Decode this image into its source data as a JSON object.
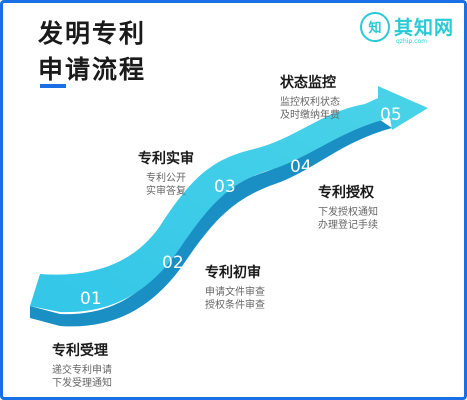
{
  "title": {
    "line1": "发明专利",
    "line2": "申请流程"
  },
  "logo": {
    "glyph": "知",
    "name": "其知网",
    "url": "qzhip.com"
  },
  "steps": [
    {
      "number": "01",
      "title": "专利受理",
      "desc1": "递交专利申请",
      "desc2": "下发受理通知"
    },
    {
      "number": "02",
      "title": "专利初审",
      "desc1": "申请文件审查",
      "desc2": "授权条件审查"
    },
    {
      "number": "03",
      "title": "专利实审",
      "desc1": "专利公开",
      "desc2": "实审答复"
    },
    {
      "number": "04",
      "title": "专利授权",
      "desc1": "下发授权通知",
      "desc2": "办理登记手续"
    },
    {
      "number": "05",
      "title": "状态监控",
      "desc1": "监控权利状态",
      "desc2": "及时缴纳年费"
    }
  ],
  "colors": {
    "accent": "#1b6fe4",
    "ribbon_top": "#37c9e6",
    "ribbon_side": "#1a8fc4",
    "logo": "#2ac9d6"
  }
}
